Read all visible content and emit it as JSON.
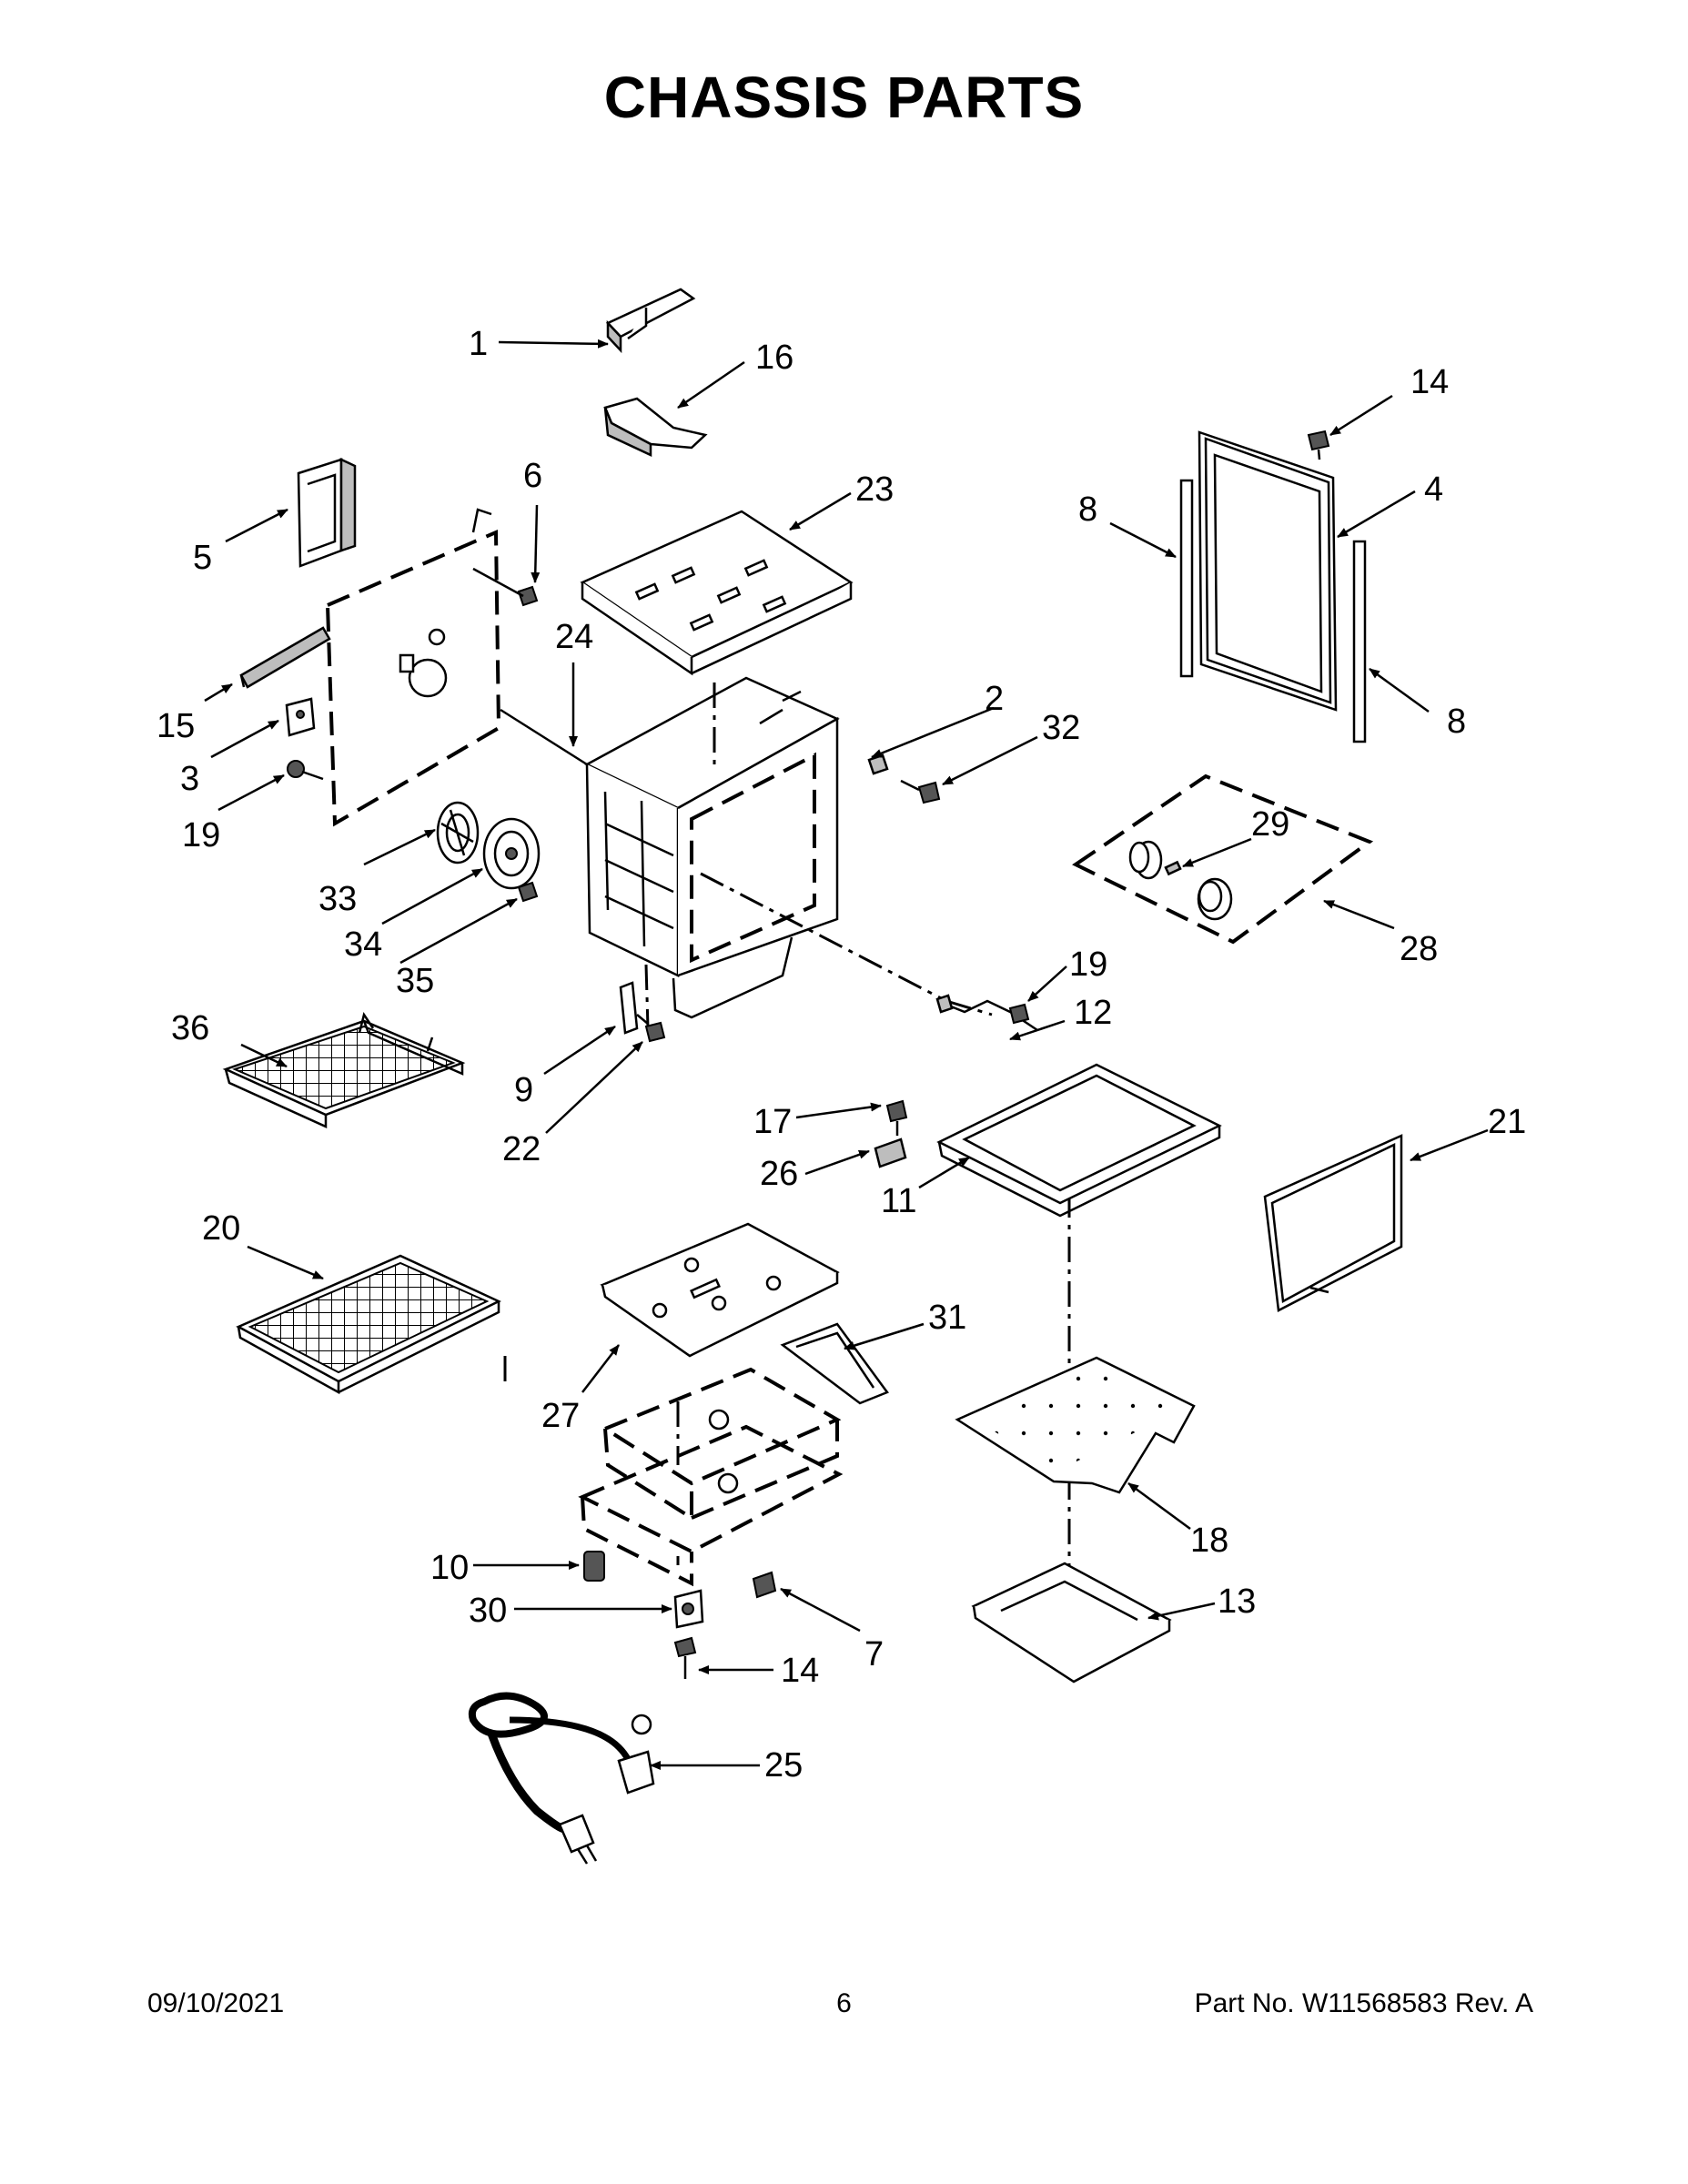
{
  "title": "CHASSIS PARTS",
  "footer": {
    "date": "09/10/2021",
    "page": "6",
    "part": "Part No.  W11568583  Rev.  A"
  },
  "callouts": {
    "c1": "1",
    "c2": "2",
    "c3": "3",
    "c4": "4",
    "c5": "5",
    "c6": "6",
    "c7": "7",
    "c8a": "8",
    "c8b": "8",
    "c9": "9",
    "c10": "10",
    "c11": "11",
    "c12": "12",
    "c13": "13",
    "c14a": "14",
    "c14b": "14",
    "c15": "15",
    "c16": "16",
    "c17": "17",
    "c18": "18",
    "c19a": "19",
    "c19b": "19",
    "c20": "20",
    "c21": "21",
    "c22": "22",
    "c23": "23",
    "c24": "24",
    "c25": "25",
    "c26": "26",
    "c27": "27",
    "c28": "28",
    "c29": "29",
    "c30": "30",
    "c31": "31",
    "c32": "32",
    "c33": "33",
    "c34": "34",
    "c35": "35",
    "c36": "36"
  }
}
